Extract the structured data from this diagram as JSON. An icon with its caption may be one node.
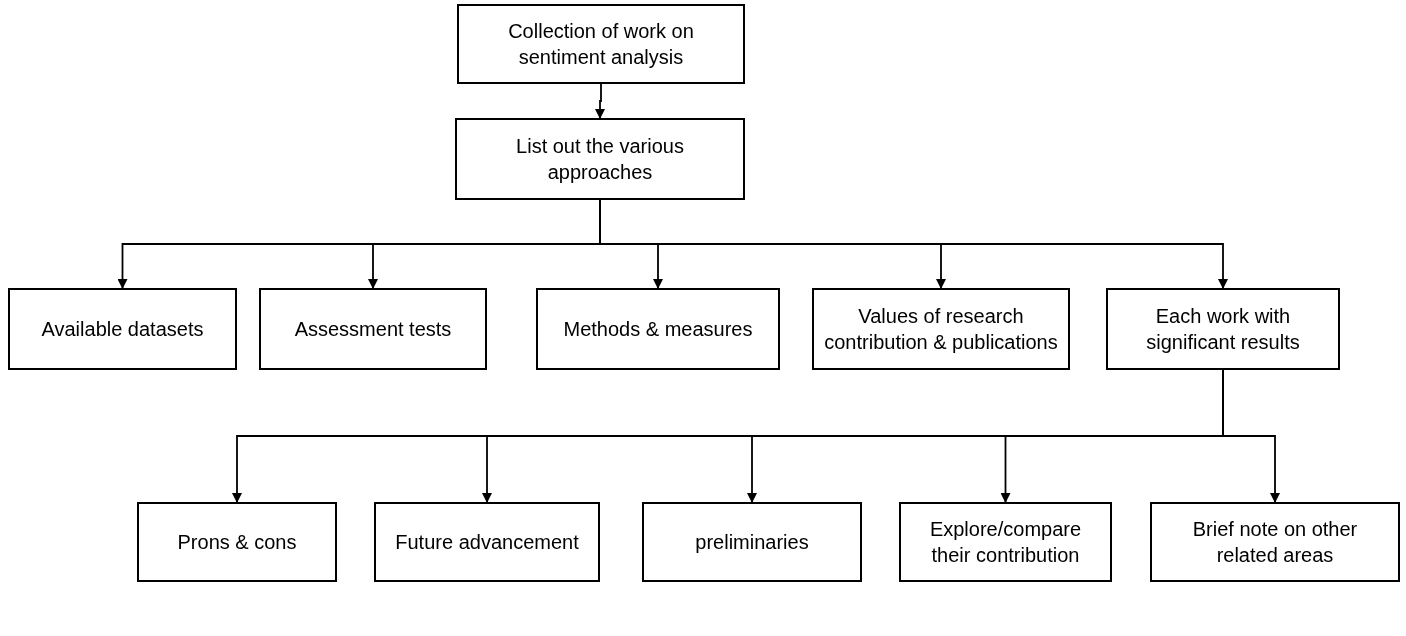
{
  "diagram": {
    "nodes": [
      {
        "text": [
          "Collection of work on sentiment analysis"
        ]
      },
      {
        "text": [
          "List out the various approaches"
        ]
      },
      {
        "text": [
          "Available datasets"
        ]
      },
      {
        "text": [
          "Assessment tests"
        ]
      },
      {
        "text": [
          "Methods & measures"
        ]
      },
      {
        "text": [
          "Values of research contribution & publications"
        ]
      },
      {
        "text": [
          "Each work with significant results"
        ]
      },
      {
        "text": [
          "Prons & cons"
        ]
      },
      {
        "text": [
          "Future advancement"
        ]
      },
      {
        "text": [
          "preliminaries"
        ]
      },
      {
        "text": [
          "Explore/compare their contribution"
        ]
      },
      {
        "text": [
          "Brief note on other related areas"
        ]
      }
    ],
    "edges": [
      {
        "from": 0,
        "to": 1,
        "arrow": "to"
      },
      {
        "from": 1,
        "to": 2,
        "arrow": "to"
      },
      {
        "from": 1,
        "to": 3,
        "arrow": "to"
      },
      {
        "from": 1,
        "to": 4,
        "arrow": "to"
      },
      {
        "from": 1,
        "to": 5,
        "arrow": "to"
      },
      {
        "from": 1,
        "to": 6,
        "arrow": "to"
      },
      {
        "from": 6,
        "to": 7,
        "arrow": "to"
      },
      {
        "from": 6,
        "to": 8,
        "arrow": "to"
      },
      {
        "from": 6,
        "to": 9,
        "arrow": "to"
      },
      {
        "from": 6,
        "to": 10,
        "arrow": "to"
      },
      {
        "from": 6,
        "to": 11,
        "arrow": "to"
      }
    ]
  }
}
